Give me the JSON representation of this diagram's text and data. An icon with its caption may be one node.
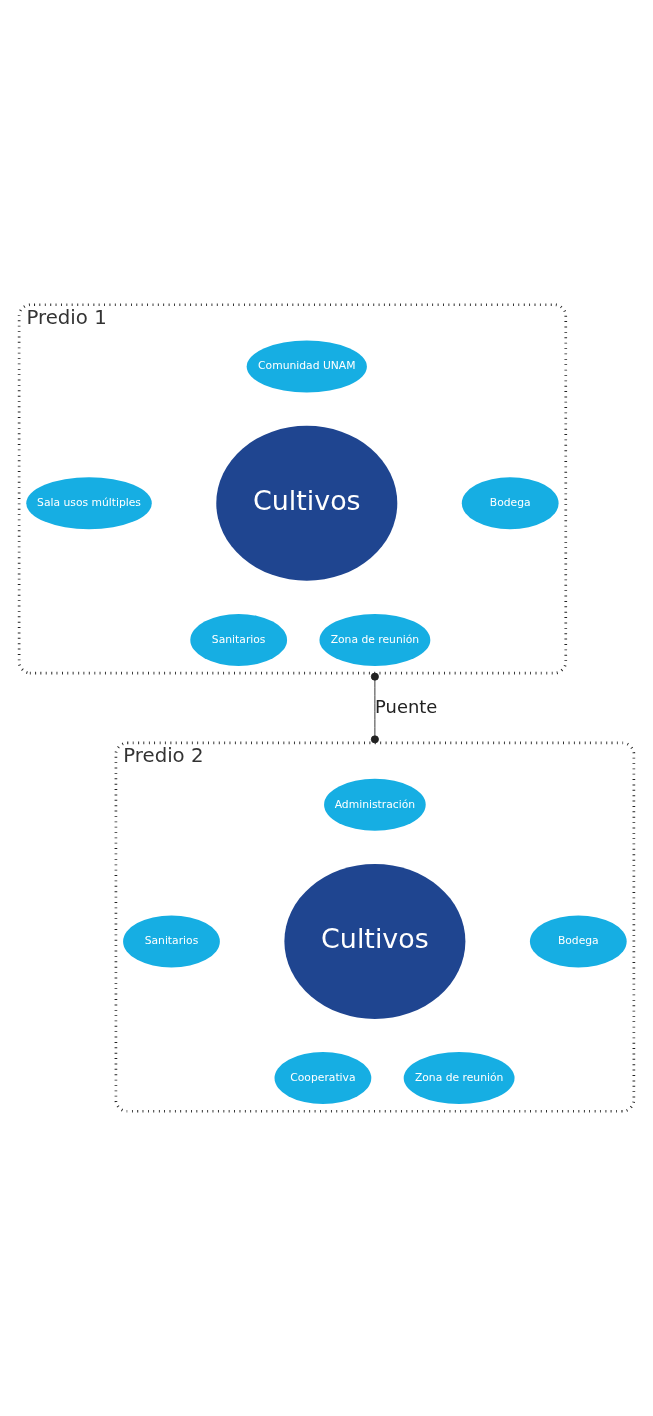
{
  "diagram": {
    "nodes": [
      {
        "text": [
          "Predio 1"
        ]
      },
      {
        "text": [
          "Comunidad UNAM"
        ],
        "in": 0
      },
      {
        "text": [
          "Sala usos múltiples"
        ],
        "in": 0
      },
      {
        "text": [
          "Cultivos"
        ],
        "in": 0
      },
      {
        "text": [
          "Bodega"
        ],
        "in": 0
      },
      {
        "text": [
          "Sanitarios"
        ],
        "in": 0
      },
      {
        "text": [
          "Zona de reunión"
        ],
        "in": 0
      },
      {
        "text": [
          "Predio 2"
        ]
      },
      {
        "text": [
          "Administración"
        ],
        "in": 7
      },
      {
        "text": [
          "Sanitarios"
        ],
        "in": 7
      },
      {
        "text": [
          "Cultivos"
        ],
        "in": 7
      },
      {
        "text": [
          "Bodega"
        ],
        "in": 7
      },
      {
        "text": [
          "Cooperativa"
        ],
        "in": 7
      },
      {
        "text": [
          "Zona de reunión"
        ],
        "in": 7
      }
    ],
    "edges": [
      {
        "from": 0,
        "to": 7,
        "arrow": "other",
        "label": "Puente"
      }
    ]
  }
}
